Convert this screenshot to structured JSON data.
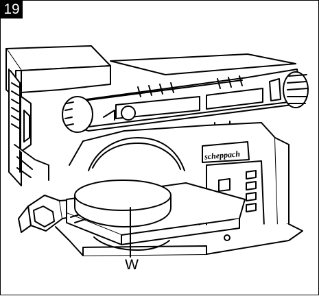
{
  "figure": {
    "number": "19"
  },
  "brand_logo_text": "scheppach",
  "callout": {
    "label": "W"
  },
  "colors": {
    "line": "#000000",
    "background": "#ffffff"
  }
}
